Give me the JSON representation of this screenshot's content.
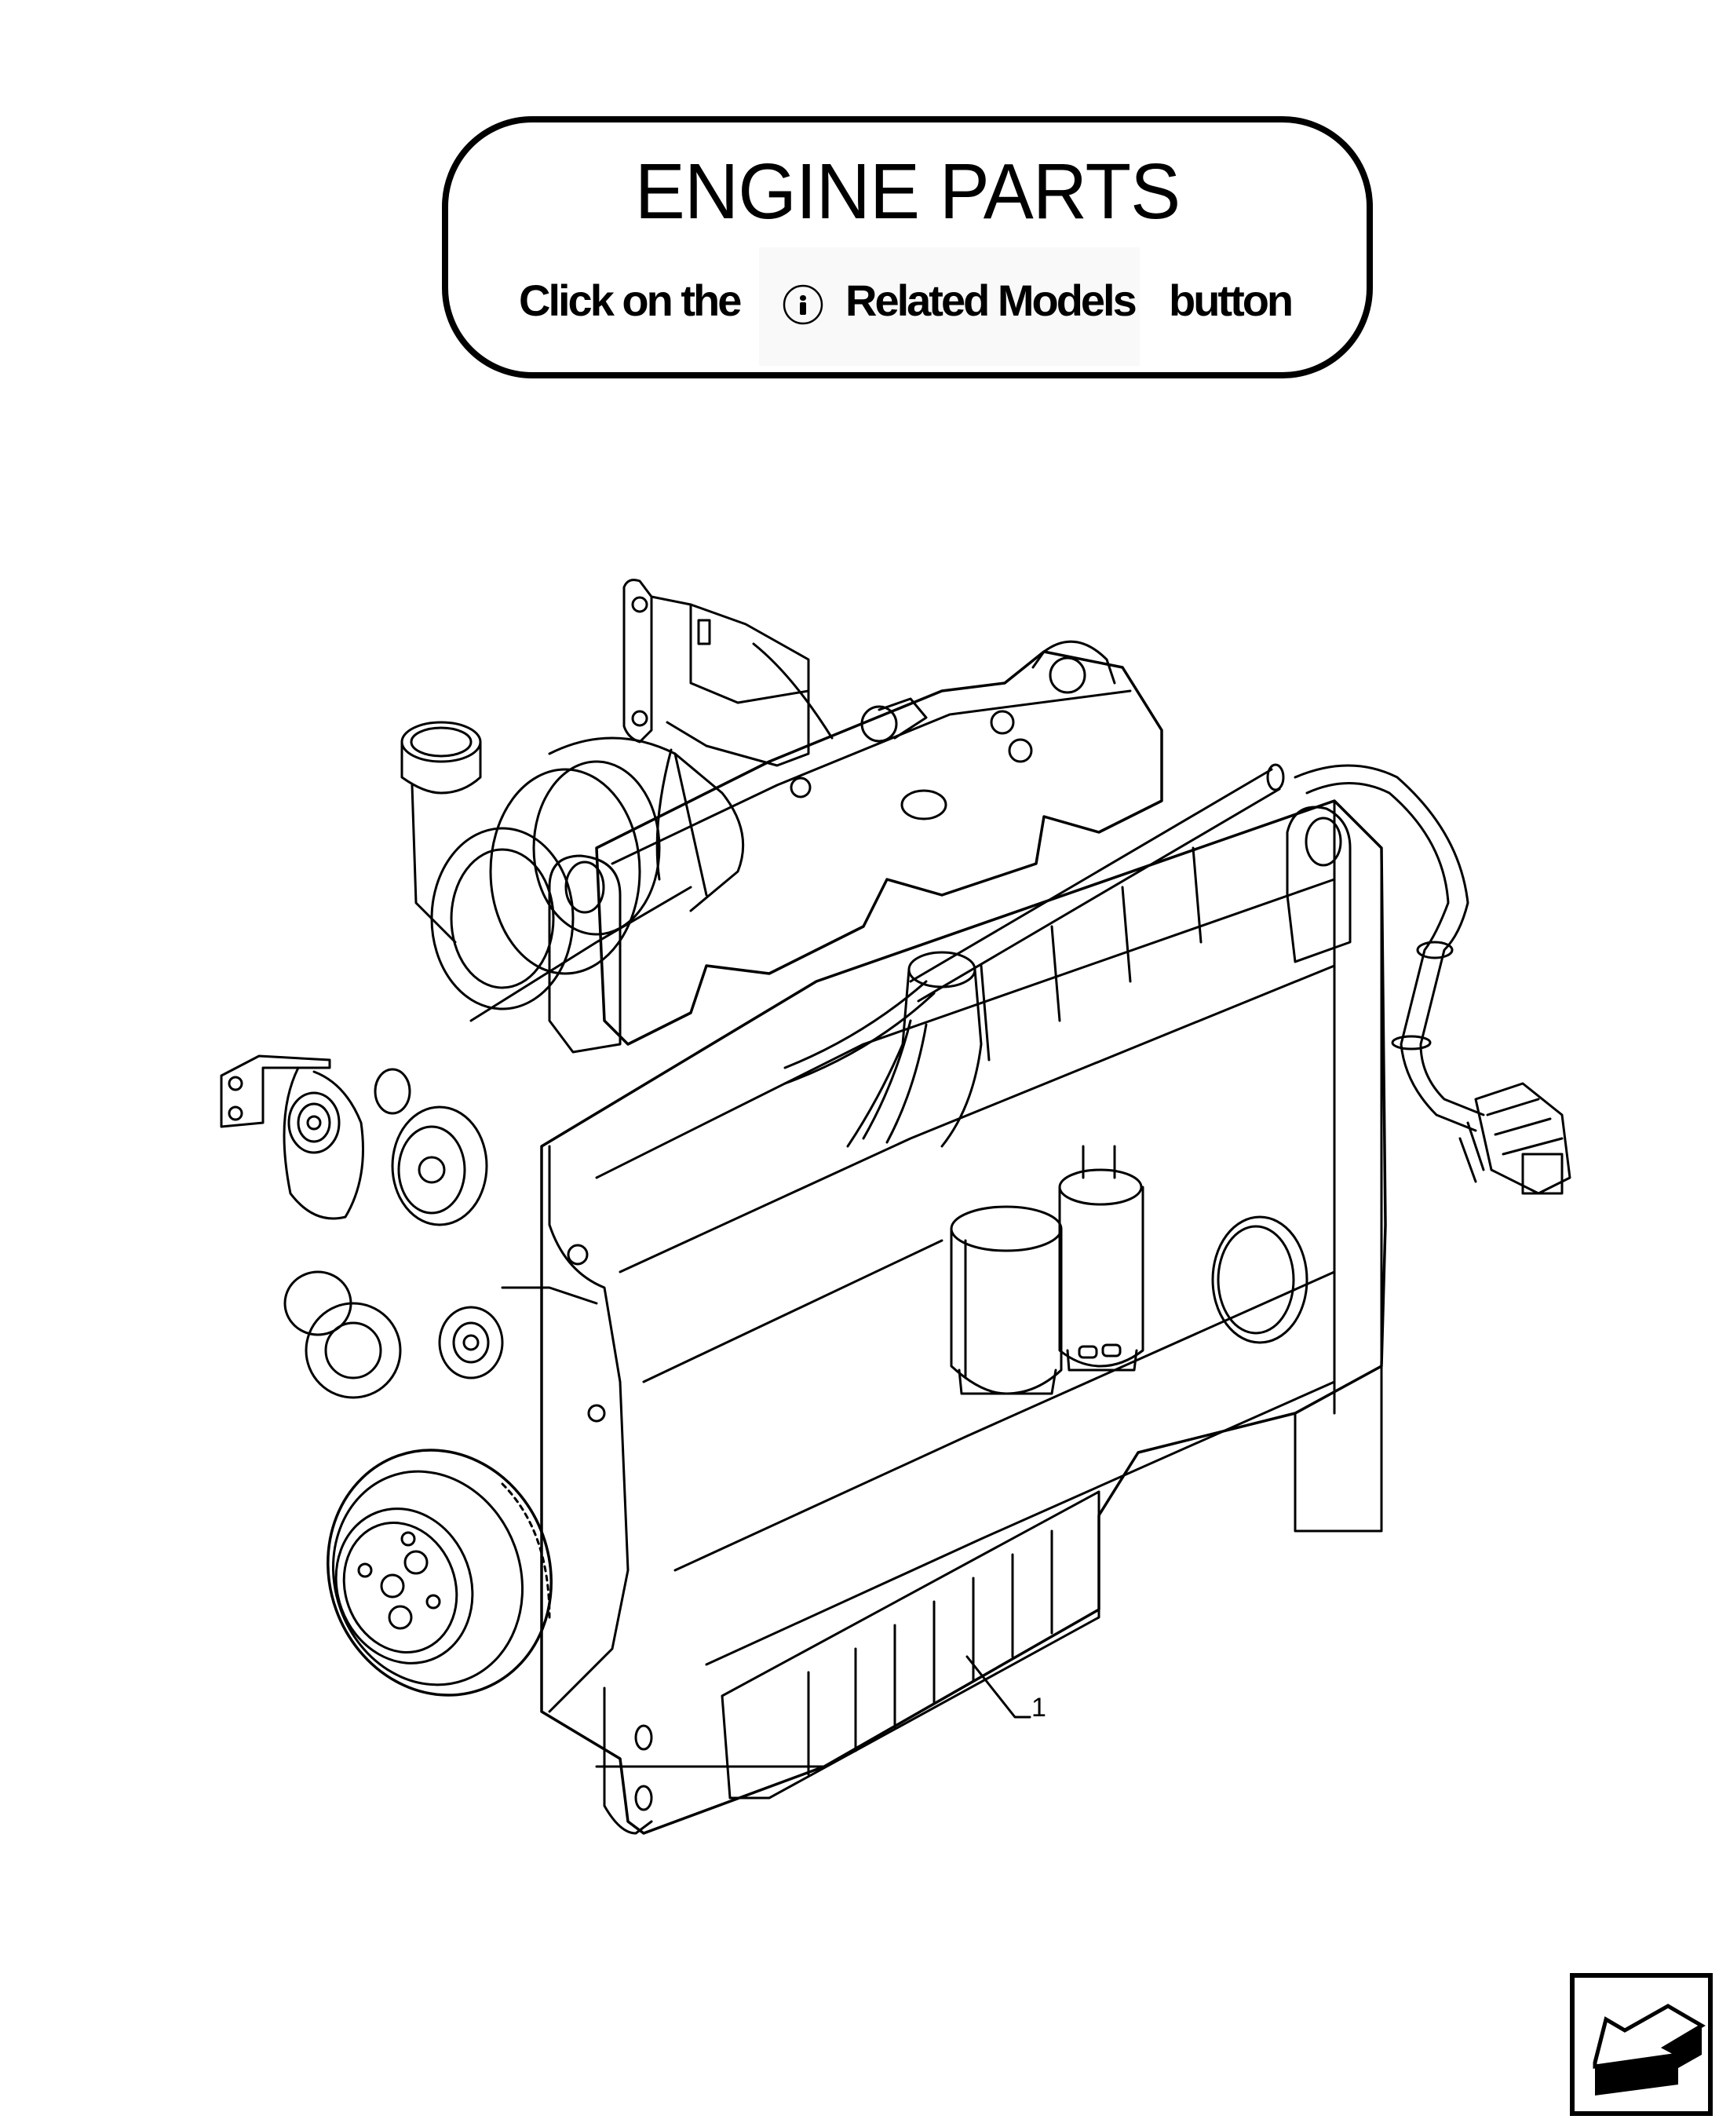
{
  "header": {
    "title": "ENGINE PARTS",
    "instruction_prefix": "Click on the",
    "related_models_button": {
      "label": "Related Models",
      "icon": "info-icon",
      "background": "#f9f9f9"
    },
    "instruction_suffix": "button"
  },
  "diagram": {
    "subject": "engine assembly",
    "callouts": [
      {
        "number": "1"
      }
    ]
  },
  "navigation": {
    "previous_page_button": {
      "icon": "arrow-down-left-icon"
    }
  },
  "colors": {
    "line": "#000000",
    "background": "#ffffff",
    "button_bg": "#f9f9f9"
  }
}
